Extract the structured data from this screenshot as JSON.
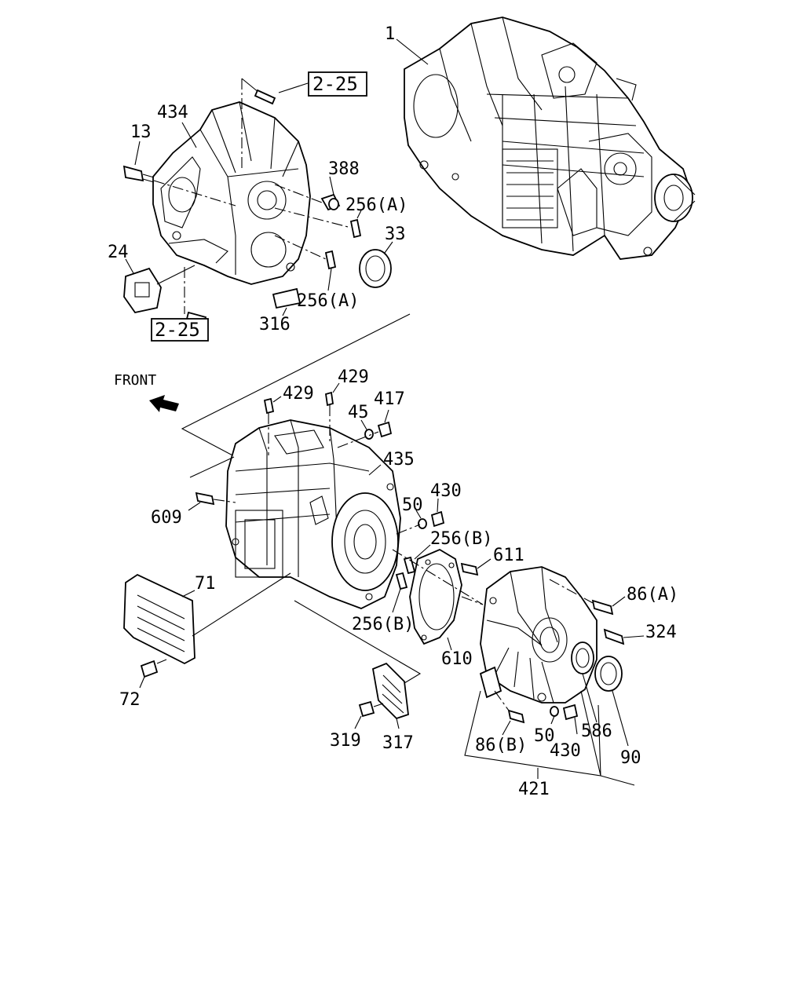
{
  "reference_boxes": [
    "2-25",
    "2-25"
  ],
  "direction_label": "FRONT",
  "callouts": {
    "c1": "1",
    "c434": "434",
    "c13": "13",
    "c388": "388",
    "c256a_1": "256(A)",
    "c33": "33",
    "c24": "24",
    "c256a_2": "256(A)",
    "c316": "316",
    "c429_1": "429",
    "c429_2": "429",
    "c45": "45",
    "c417": "417",
    "c435": "435",
    "c609": "609",
    "c50_1": "50",
    "c430_1": "430",
    "c256b_1": "256(B)",
    "c611": "611",
    "c71": "71",
    "c86a": "86(A)",
    "c324": "324",
    "c256b_2": "256(B)",
    "c610": "610",
    "c72": "72",
    "c319": "319",
    "c317": "317",
    "c86b": "86(B)",
    "c50_2": "50",
    "c430_2": "430",
    "c586": "586",
    "c90": "90",
    "c421": "421"
  }
}
